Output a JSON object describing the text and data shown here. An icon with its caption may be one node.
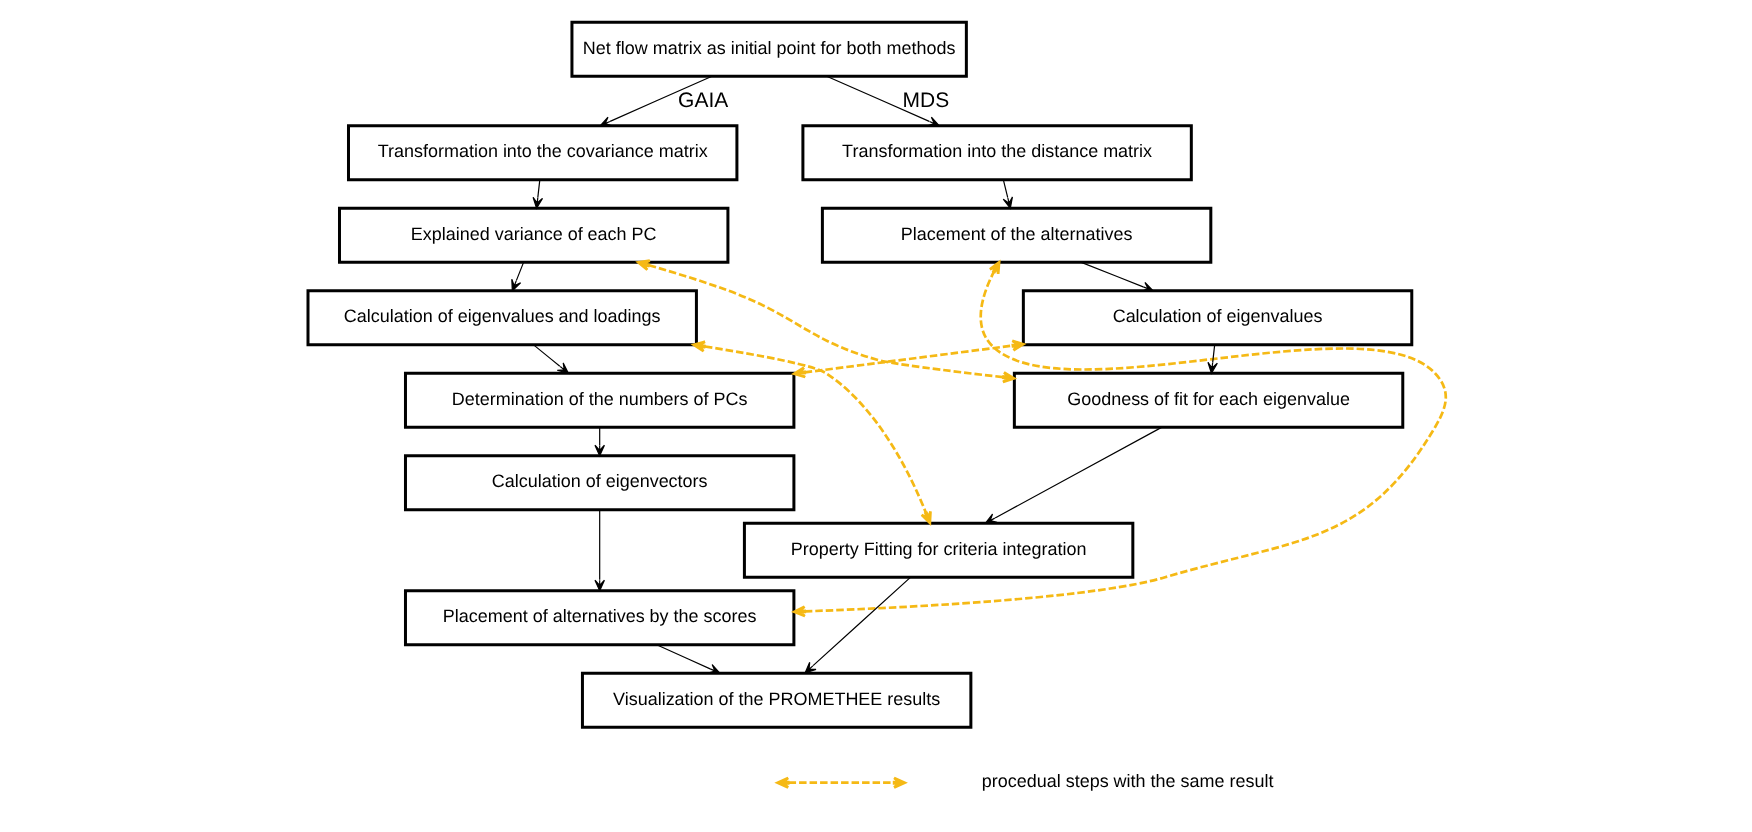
{
  "diagram": {
    "nodes": [
      {
        "text": [
          "Net flow matrix as initial point for both methods"
        ]
      },
      {
        "text": [
          "Transformation into the covariance matrix"
        ]
      },
      {
        "text": [
          "Explained variance of each PC"
        ]
      },
      {
        "text": [
          "Calculation of eigenvalues and loadings"
        ]
      },
      {
        "text": [
          "Determination of the numbers of PCs"
        ]
      },
      {
        "text": [
          "Calculation of eigenvectors"
        ]
      },
      {
        "text": [
          "Placement of alternatives by the scores"
        ]
      },
      {
        "text": [
          "Transformation into the distance matrix"
        ]
      },
      {
        "text": [
          "Placement of the alternatives"
        ]
      },
      {
        "text": [
          "Calculation of eigenvalues"
        ]
      },
      {
        "text": [
          "Goodness of fit for each eigenvalue"
        ]
      },
      {
        "text": [
          "Property Fitting for criteria integration"
        ]
      },
      {
        "text": [
          "Visualization of the PROMETHEE results"
        ]
      }
    ],
    "edges": [
      {
        "from": 0,
        "to": 1,
        "arrow": "to",
        "label": "GAIA"
      },
      {
        "from": 0,
        "to": 7,
        "arrow": "to",
        "label": "MDS"
      },
      {
        "from": 1,
        "to": 2,
        "arrow": "to"
      },
      {
        "from": 2,
        "to": 3,
        "arrow": "to"
      },
      {
        "from": 3,
        "to": 4,
        "arrow": "to"
      },
      {
        "from": 4,
        "to": 5,
        "arrow": "to"
      },
      {
        "from": 5,
        "to": 6,
        "arrow": "to"
      },
      {
        "from": 7,
        "to": 8,
        "arrow": "to"
      },
      {
        "from": 8,
        "to": 9,
        "arrow": "to"
      },
      {
        "from": 9,
        "to": 10,
        "arrow": "to"
      },
      {
        "from": 10,
        "to": 11,
        "arrow": "to"
      },
      {
        "from": 6,
        "to": 12,
        "arrow": "to"
      },
      {
        "from": 11,
        "to": 12,
        "arrow": "to"
      },
      {
        "from": 2,
        "to": 10,
        "arrow": "both",
        "style": "dashed",
        "color": "#f5b915"
      },
      {
        "from": 3,
        "to": 11,
        "arrow": "both",
        "style": "dashed",
        "color": "#f5b915"
      },
      {
        "from": 4,
        "to": 9,
        "arrow": "both",
        "style": "dashed",
        "color": "#f5b915"
      },
      {
        "from": 6,
        "to": 8,
        "arrow": "both",
        "style": "dashed",
        "color": "#f5b915"
      }
    ],
    "legend": [
      {
        "text": "procedual steps with the same result"
      }
    ]
  }
}
